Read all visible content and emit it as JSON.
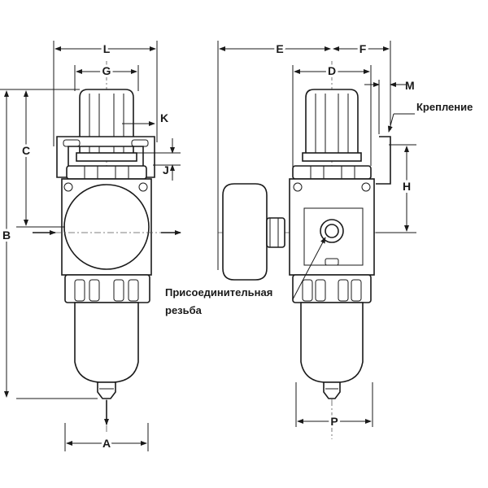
{
  "dimensions": {
    "L": "L",
    "G": "G",
    "K": "K",
    "C": "C",
    "J": "J",
    "B": "B",
    "A": "A",
    "E": "E",
    "F": "F",
    "D": "D",
    "M": "M",
    "H": "H",
    "P": "P"
  },
  "notes": {
    "mount": "Крепление",
    "thread_line1": "Присоединительная",
    "thread_line2": "резьба"
  }
}
